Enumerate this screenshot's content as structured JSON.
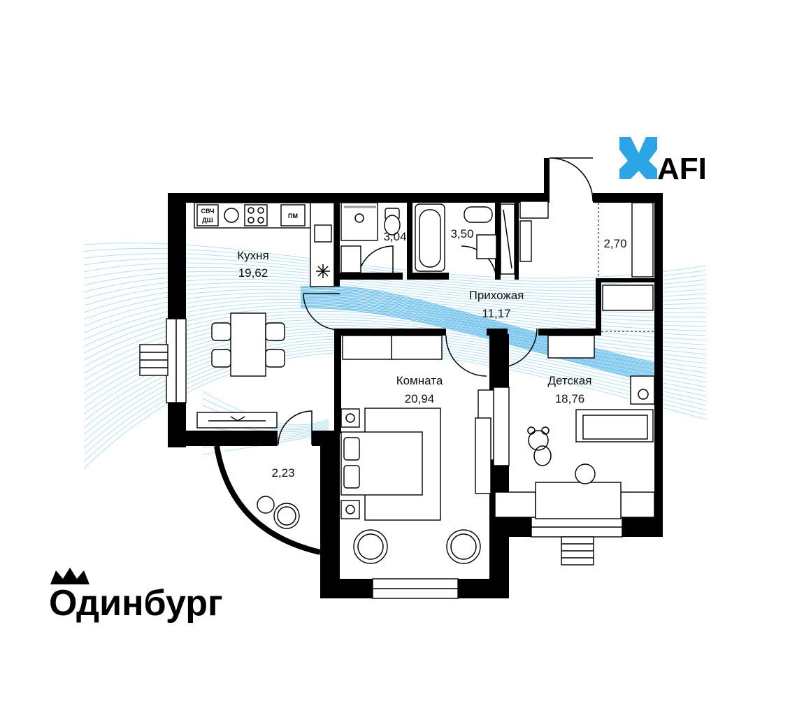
{
  "brand": {
    "developer": "AFI",
    "project": "Одинбург",
    "accent_color": "#2ba5e3"
  },
  "rooms": {
    "kitchen": {
      "name": "Кухня",
      "area": "19,62"
    },
    "bath1": {
      "area": "3,04"
    },
    "bath2": {
      "area": "3,50"
    },
    "storage": {
      "area": "2,70"
    },
    "hall": {
      "name": "Прихожая",
      "area": "11,17"
    },
    "room": {
      "name": "Комната",
      "area": "20,94"
    },
    "kids": {
      "name": "Детская",
      "area": "18,76"
    },
    "balcony": {
      "area": "2,23"
    }
  },
  "appliances": {
    "microwave_line1": "СВЧ",
    "microwave_line2": "ДШ",
    "dishwasher": "ПМ"
  }
}
